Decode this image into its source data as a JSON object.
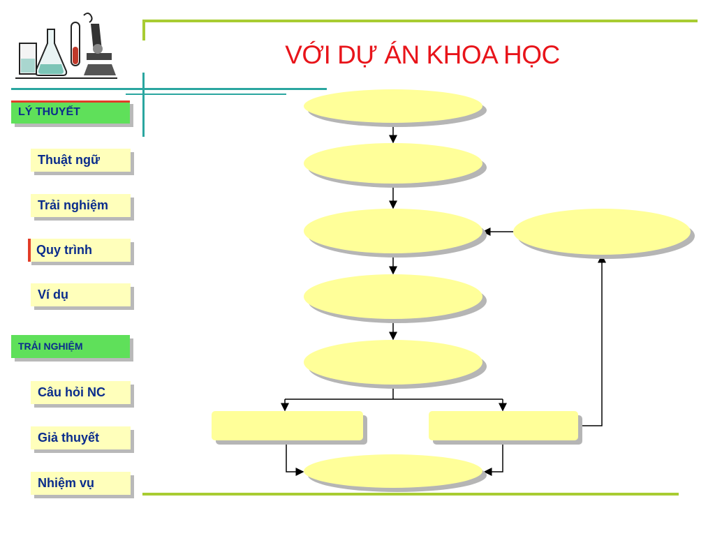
{
  "slide": {
    "title": "VỚI DỰ ÁN KHOA HỌC"
  },
  "nav": {
    "section1_label": "LÝ THUYẾT",
    "section1_items": [
      "Thuật ngữ",
      "Trải nghiệm",
      "Quy trình",
      "Ví dụ"
    ],
    "section2_label": "TRẢI NGHIỆM",
    "section2_items": [
      "Câu hỏi NC",
      "Giả thuyết",
      "Nhiệm vụ"
    ],
    "active_item": "Quy trình"
  },
  "colors": {
    "accent_title": "#e8141a",
    "nav_header": "#5fe05a",
    "nav_item": "#ffffbb",
    "shape_fill": "#ffff99",
    "green_rule": "#a8cc32",
    "teal_rule": "#2aa6a0"
  },
  "icons": {
    "logo": "science-lab-clipart-icon"
  }
}
